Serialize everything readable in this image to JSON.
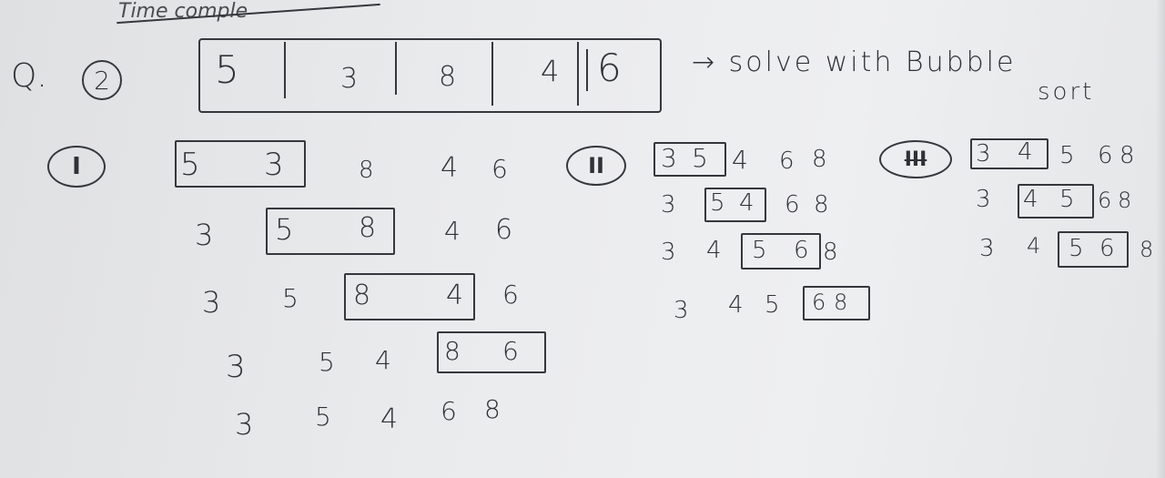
{
  "header_scribble": "Time comple",
  "question": {
    "label": "Q.",
    "number": "2",
    "array": [
      "5",
      "3",
      "8",
      "4",
      "6"
    ],
    "instruction_line1": "→ solve with Bubble",
    "instruction_line2": "sort"
  },
  "passes": {
    "pass1": {
      "label": "I",
      "rows": [
        [
          "5",
          "3",
          "8",
          "4",
          "6"
        ],
        [
          "3",
          "5",
          "8",
          "4",
          "6"
        ],
        [
          "3",
          "5",
          "8",
          "4",
          "6"
        ],
        [
          "3",
          "5",
          "4",
          "8",
          "6"
        ],
        [
          "3",
          "5",
          "4",
          "6",
          "8"
        ]
      ]
    },
    "pass2": {
      "label": "II",
      "rows": [
        [
          "3",
          "5",
          "4",
          "6",
          "8"
        ],
        [
          "3",
          "5",
          "4",
          "6",
          "8"
        ],
        [
          "3",
          "4",
          "5",
          "6",
          "8"
        ],
        [
          "3",
          "4",
          "5",
          "6",
          "8"
        ]
      ]
    },
    "pass3": {
      "label": "III",
      "rows": [
        [
          "3",
          "4",
          "5",
          "6",
          "8"
        ],
        [
          "3",
          "4",
          "5",
          "6",
          "8"
        ],
        [
          "3",
          "4",
          "5",
          "6",
          "8"
        ]
      ]
    }
  }
}
